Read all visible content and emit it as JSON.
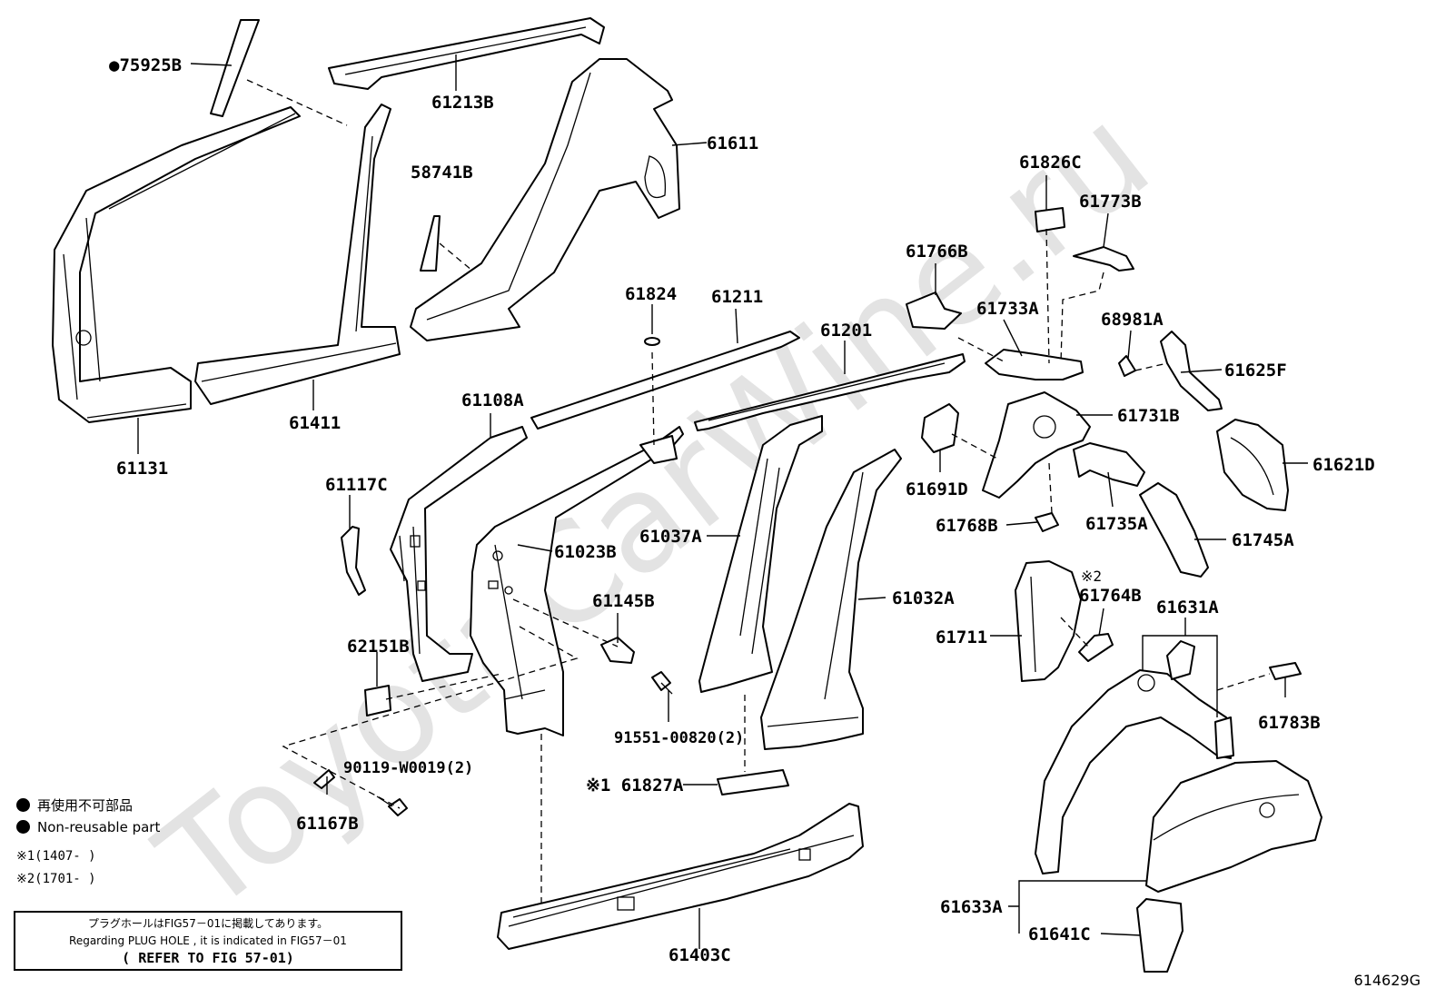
{
  "watermark": "ToyotaCarWine.ru",
  "figure_id": "614629G",
  "labels": {
    "p75925B": "●75925B",
    "p61213B": "61213B",
    "p61611": "61611",
    "p58741B": "58741B",
    "p61131": "61131",
    "p61411": "61411",
    "p61826C": "61826C",
    "p61773B": "61773B",
    "p61766B": "61766B",
    "p61733A": "61733A",
    "p68981A": "68981A",
    "p61625F": "61625F",
    "p61824": "61824",
    "p61211": "61211",
    "p61201": "61201",
    "p61731B": "61731B",
    "p61108A": "61108A",
    "p61621D": "61621D",
    "p61691D": "61691D",
    "p61117C": "61117C",
    "p61023B": "61023B",
    "p61037A": "61037A",
    "p61768B": "61768B",
    "p61735A": "61735A",
    "p61745A": "61745A",
    "p61145B": "61145B",
    "p61032A": "61032A",
    "p61764B_mark": "※2",
    "p61764B": "61764B",
    "p61631A": "61631A",
    "p61711": "61711",
    "p62151B": "62151B",
    "p61783B": "61783B",
    "p91551": "91551-00820(2)",
    "p90119": "90119-W0019(2)",
    "p61827A": "※1 61827A",
    "p61167B": "61167B",
    "p61633A": "61633A",
    "p61403C": "61403C",
    "p61641C": "61641C"
  },
  "legend": [
    "再使用不可部品",
    "Non-reusable part"
  ],
  "notes": [
    "※1(1407-      )",
    "※2(1701-      )"
  ],
  "refbox": {
    "line1": "プラグホールはFIG57－01に掲載してあります。",
    "line2": "Regarding PLUG HOLE , it is indicated in FIG57－01",
    "line3": "( REFER TO FIG 57-01)"
  }
}
